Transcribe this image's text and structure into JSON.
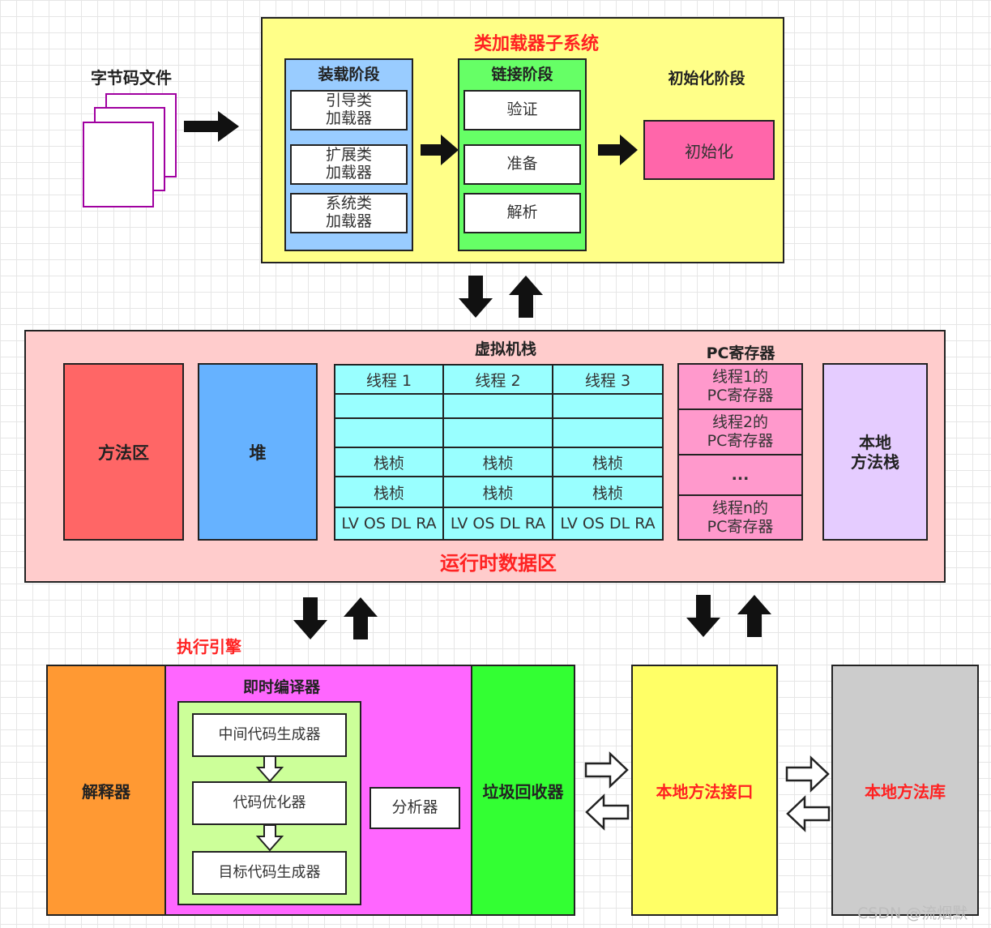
{
  "bytecode": {
    "label": "字节码文件"
  },
  "classloader": {
    "title": "类加载器子系统",
    "loading": {
      "title": "装载阶段",
      "items": [
        "引导类\n加载器",
        "扩展类\n加载器",
        "系统类\n加载器"
      ]
    },
    "linking": {
      "title": "链接阶段",
      "items": [
        "验证",
        "准备",
        "解析"
      ]
    },
    "init": {
      "title": "初始化阶段",
      "item": "初始化"
    }
  },
  "runtime": {
    "title": "运行时数据区",
    "method_area": "方法区",
    "heap": "堆",
    "vm_stack": {
      "title": "虚拟机栈",
      "threads": [
        "线程 1",
        "线程 2",
        "线程 3"
      ],
      "frame": "栈桢",
      "frame_fields": "LV OS DL RA"
    },
    "pc_register": {
      "title": "PC寄存器",
      "items": [
        "线程1的\nPC寄存器",
        "线程2的\nPC寄存器",
        "...",
        "线程n的\nPC寄存器"
      ]
    },
    "native_stack": "本地\n方法栈"
  },
  "engine": {
    "title": "执行引擎",
    "interpreter": "解释器",
    "jit": {
      "title": "即时编译器",
      "steps": [
        "中间代码生成器",
        "代码优化器",
        "目标代码生成器"
      ],
      "analyzer": "分析器"
    },
    "gc": "垃圾回收器"
  },
  "native_interface": "本地方法接口",
  "native_library": "本地方法库",
  "watermark": "CSDN @流烟默",
  "colors": {
    "classloader_bg": "#ffff88",
    "loading_bg": "#99ccff",
    "linking_bg": "#66ff66",
    "init_bg": "#ff66aa",
    "runtime_bg": "#ffcccc",
    "method_area_bg": "#ff6666",
    "heap_bg": "#66b2ff",
    "stack_cell_bg": "#99ffff",
    "pc_bg": "#ff99cc",
    "native_stack_bg": "#e5ccff",
    "interpreter_bg": "#ff9933",
    "jit_bg": "#ff66ff",
    "jit_inner_bg": "#ccff99",
    "gc_bg": "#33ff33",
    "native_interface_bg": "#ffff66",
    "native_library_bg": "#cccccc",
    "title_red": "#ff2222"
  }
}
